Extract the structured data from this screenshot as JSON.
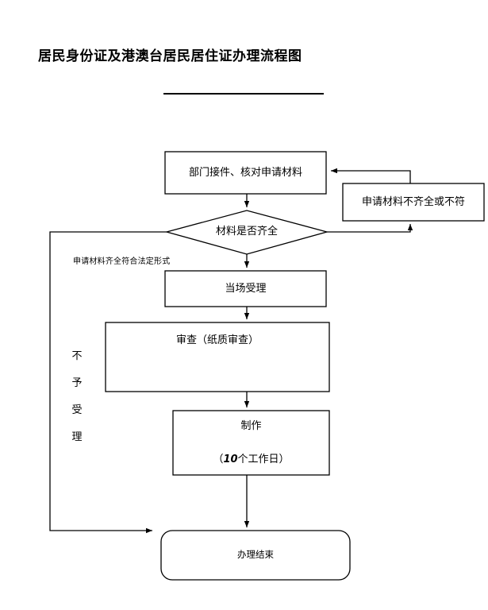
{
  "document": {
    "title": "居民身份证及港澳台居民居住证办理流程图",
    "has_title_underline": true
  },
  "diagram": {
    "type": "flowchart",
    "orientation": "top-to-bottom",
    "line_color": "#000000",
    "fill_color": "#ffffff",
    "nodes": [
      {
        "id": "receive",
        "shape": "rectangle",
        "label": "部门接件、核对申请材料"
      },
      {
        "id": "incomplete",
        "shape": "rectangle",
        "label": "申请材料不齐全或不符"
      },
      {
        "id": "decision",
        "shape": "diamond",
        "label": "材料是否齐全"
      },
      {
        "id": "accept",
        "shape": "rectangle",
        "label": "当场受理"
      },
      {
        "id": "review",
        "shape": "rectangle",
        "label": "审查（纸质审查）"
      },
      {
        "id": "produce",
        "shape": "rectangle",
        "label_line1": "制作",
        "label_line2_prefix": "（",
        "label_line2_number": "10",
        "label_line2_suffix": "个工作日）"
      },
      {
        "id": "end",
        "shape": "rounded-rectangle",
        "label": "办理结束"
      }
    ],
    "edge_labels": {
      "yes_branch": "申请材料齐全符合法定形式",
      "reject_branch_vertical": "不予受理",
      "reject_branch_chars": [
        "不",
        "予",
        "受",
        "理"
      ]
    }
  }
}
